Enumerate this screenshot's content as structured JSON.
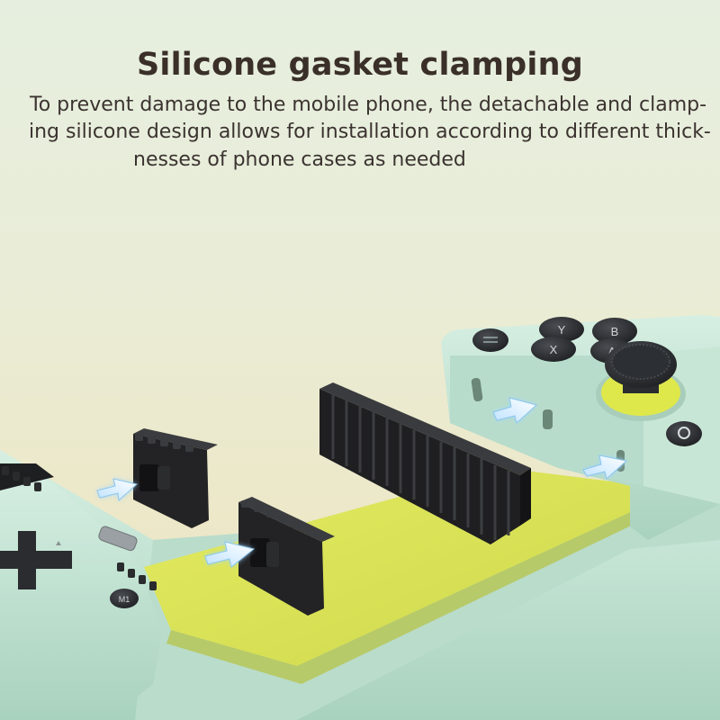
{
  "header": {
    "title": "Silicone gasket clamping",
    "description_lines": [
      "To prevent damage to the mobile phone, the detachable and clamp-",
      "ing silicone design allows for installation according to different thick-",
      "nesses of phone cases as needed"
    ]
  },
  "product": {
    "face_buttons": [
      "Y",
      "X",
      "B",
      "A"
    ],
    "left_button_label": "M1",
    "colors": {
      "shell": "#c7e6d6",
      "shell_shade": "#a9d1bd",
      "tray": "#d9e35a",
      "gasket": "#1e1e20",
      "buttons": "#2e3033",
      "joystick_ring": "#dfe84a"
    }
  }
}
